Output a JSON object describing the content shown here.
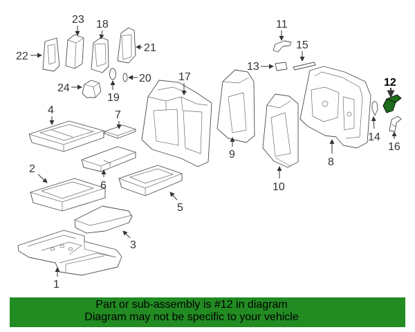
{
  "diagram": {
    "callouts": [
      {
        "label": "1"
      },
      {
        "label": "2"
      },
      {
        "label": "3"
      },
      {
        "label": "4"
      },
      {
        "label": "5"
      },
      {
        "label": "6"
      },
      {
        "label": "7"
      },
      {
        "label": "8"
      },
      {
        "label": "9"
      },
      {
        "label": "10"
      },
      {
        "label": "11"
      },
      {
        "label": "12",
        "highlighted": true
      },
      {
        "label": "13"
      },
      {
        "label": "14"
      },
      {
        "label": "15"
      },
      {
        "label": "16"
      },
      {
        "label": "17"
      },
      {
        "label": "18"
      },
      {
        "label": "19"
      },
      {
        "label": "20"
      },
      {
        "label": "21"
      },
      {
        "label": "22"
      },
      {
        "label": "23"
      },
      {
        "label": "24"
      }
    ]
  },
  "banner": {
    "line1": "Part or sub-assembly is #12 in diagram",
    "line2": "Diagram may not be specific to your vehicle"
  },
  "colors": {
    "banner": "#228B22",
    "highlight_part": "#1d6b1d",
    "line": "#4a4a4a"
  }
}
